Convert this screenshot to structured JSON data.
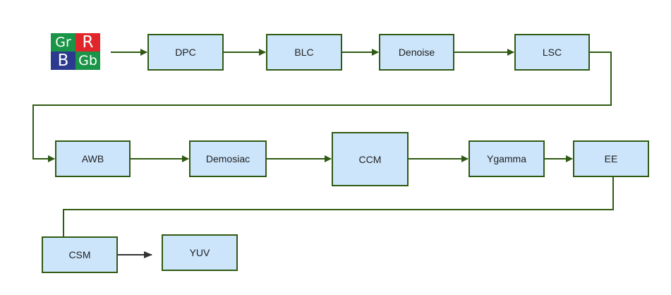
{
  "bayer_tile": {
    "cells": [
      {
        "label": "Gr",
        "color": "#1a9447"
      },
      {
        "label": "R",
        "color": "#e0262a"
      },
      {
        "label": "B",
        "color": "#2b3a8e"
      },
      {
        "label": "Gb",
        "color": "#1a9447"
      }
    ]
  },
  "nodes": {
    "dpc": "DPC",
    "blc": "BLC",
    "denoise": "Denoise",
    "lsc": "LSC",
    "awb": "AWB",
    "demosiac": "Demosiac",
    "ccm": "CCM",
    "ygamma": "Ygamma",
    "ee": "EE",
    "csm": "CSM",
    "yuv": "YUV"
  },
  "colors": {
    "node_fill": "#cce5fb",
    "node_border": "#2f5a12",
    "connector": "#2f5a12",
    "final_arrow": "#333333"
  }
}
